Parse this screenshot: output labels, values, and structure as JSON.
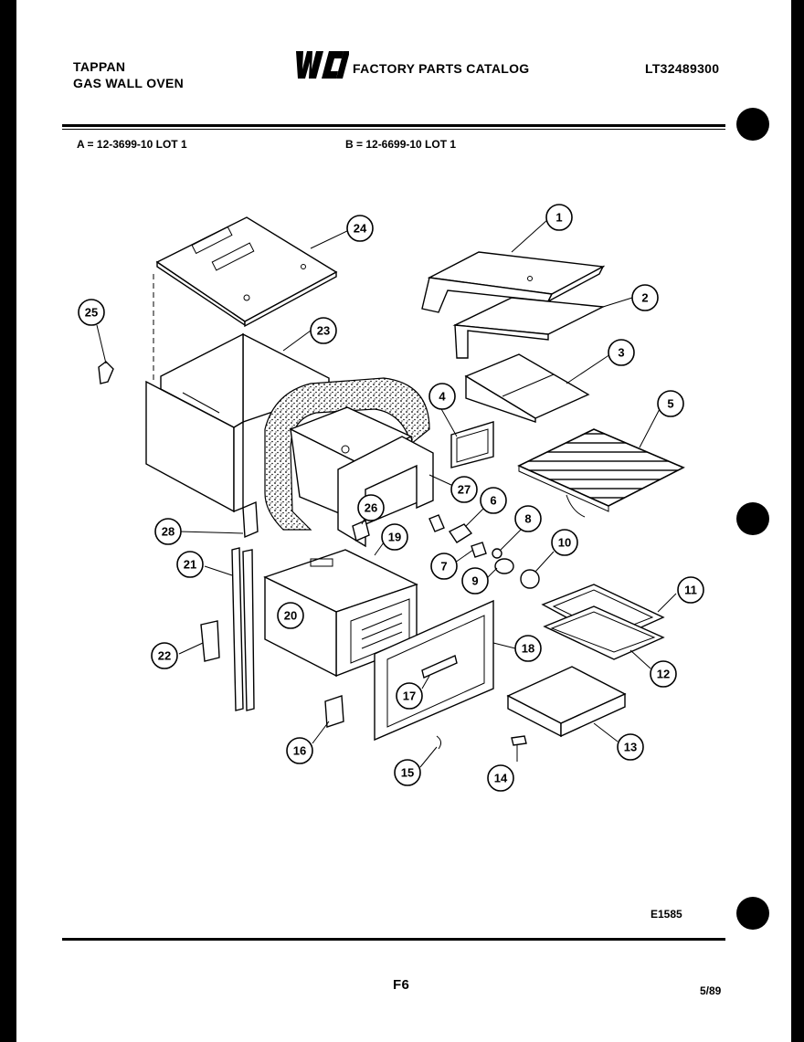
{
  "header": {
    "brand": "TAPPAN",
    "product": "GAS WALL OVEN",
    "logo_text": "WCI",
    "catalog_title": "FACTORY PARTS CATALOG",
    "model_number": "LT32489300"
  },
  "lots": {
    "a": "A = 12-3699-10 LOT 1",
    "b": "B = 12-6699-10 LOT 1"
  },
  "callouts": [
    "1",
    "2",
    "3",
    "4",
    "5",
    "6",
    "7",
    "8",
    "9",
    "10",
    "11",
    "12",
    "13",
    "14",
    "15",
    "16",
    "17",
    "18",
    "19",
    "20",
    "21",
    "22",
    "23",
    "24",
    "25",
    "26",
    "27",
    "28"
  ],
  "footer": {
    "diagram_code": "E1585",
    "page": "F6",
    "date": "5/89"
  }
}
